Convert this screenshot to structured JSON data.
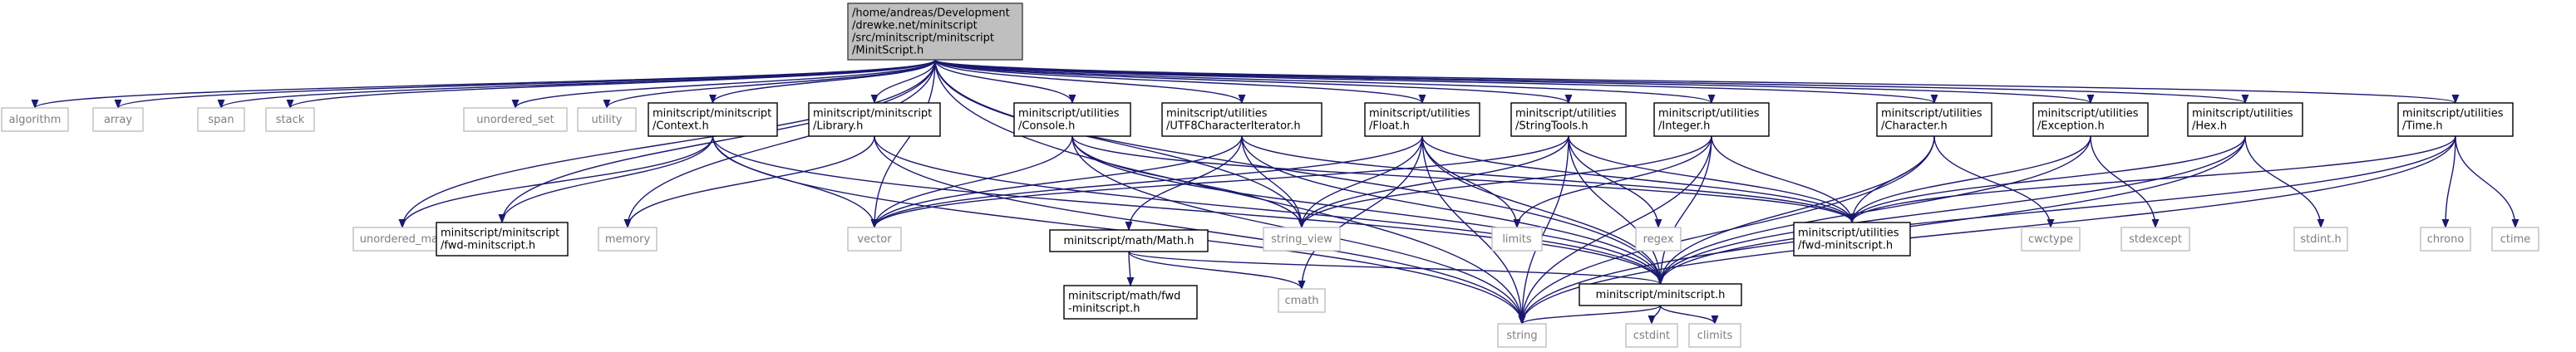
{
  "colors": {
    "root_fill": "#bfbfbf",
    "root_stroke": "#404040",
    "internal_fill": "#ffffff",
    "internal_stroke": "#000000",
    "system_fill": "#ffffff",
    "system_stroke": "#bfbfbf",
    "system_text": "#7f7f7f",
    "text": "#000000",
    "edge": "#191970"
  },
  "root": "MinitScript.h",
  "nodes": [
    {
      "id": "root",
      "kind": "root",
      "lines": [
        "/home/andreas/Development",
        "/drewke.net/minitscript",
        "/src/minitscript/minitscript",
        "/MinitScript.h"
      ]
    },
    {
      "id": "algorithm",
      "kind": "system",
      "lines": [
        "algorithm"
      ]
    },
    {
      "id": "array",
      "kind": "system",
      "lines": [
        "array"
      ]
    },
    {
      "id": "span",
      "kind": "system",
      "lines": [
        "span"
      ]
    },
    {
      "id": "stack",
      "kind": "system",
      "lines": [
        "stack"
      ]
    },
    {
      "id": "unordered_set",
      "kind": "system",
      "lines": [
        "unordered_set"
      ]
    },
    {
      "id": "utility",
      "kind": "system",
      "lines": [
        "utility"
      ]
    },
    {
      "id": "context",
      "kind": "internal",
      "lines": [
        "minitscript/minitscript",
        "/Context.h"
      ]
    },
    {
      "id": "library",
      "kind": "internal",
      "lines": [
        "minitscript/minitscript",
        "/Library.h"
      ]
    },
    {
      "id": "console",
      "kind": "internal",
      "lines": [
        "minitscript/utilities",
        "/Console.h"
      ]
    },
    {
      "id": "utf8",
      "kind": "internal",
      "lines": [
        "minitscript/utilities",
        "/UTF8CharacterIterator.h"
      ]
    },
    {
      "id": "float",
      "kind": "internal",
      "lines": [
        "minitscript/utilities",
        "/Float.h"
      ]
    },
    {
      "id": "stringtools",
      "kind": "internal",
      "lines": [
        "minitscript/utilities",
        "/StringTools.h"
      ]
    },
    {
      "id": "integer",
      "kind": "internal",
      "lines": [
        "minitscript/utilities",
        "/Integer.h"
      ]
    },
    {
      "id": "character",
      "kind": "internal",
      "lines": [
        "minitscript/utilities",
        "/Character.h"
      ]
    },
    {
      "id": "exception",
      "kind": "internal",
      "lines": [
        "minitscript/utilities",
        "/Exception.h"
      ]
    },
    {
      "id": "hex",
      "kind": "internal",
      "lines": [
        "minitscript/utilities",
        "/Hex.h"
      ]
    },
    {
      "id": "time",
      "kind": "internal",
      "lines": [
        "minitscript/utilities",
        "/Time.h"
      ]
    },
    {
      "id": "unordered_map",
      "kind": "system",
      "lines": [
        "unordered_map"
      ]
    },
    {
      "id": "fwd_ms",
      "kind": "internal",
      "lines": [
        "minitscript/minitscript",
        "/fwd-minitscript.h"
      ]
    },
    {
      "id": "memory",
      "kind": "system",
      "lines": [
        "memory"
      ]
    },
    {
      "id": "vector",
      "kind": "system",
      "lines": [
        "vector"
      ]
    },
    {
      "id": "string_view",
      "kind": "system",
      "lines": [
        "string_view"
      ]
    },
    {
      "id": "limits",
      "kind": "system",
      "lines": [
        "limits"
      ]
    },
    {
      "id": "regex",
      "kind": "system",
      "lines": [
        "regex"
      ]
    },
    {
      "id": "fwd_util",
      "kind": "internal",
      "lines": [
        "minitscript/utilities",
        "/fwd-minitscript.h"
      ]
    },
    {
      "id": "cwctype",
      "kind": "system",
      "lines": [
        "cwctype"
      ]
    },
    {
      "id": "stdexcept",
      "kind": "system",
      "lines": [
        "stdexcept"
      ]
    },
    {
      "id": "stdint",
      "kind": "system",
      "lines": [
        "stdint.h"
      ]
    },
    {
      "id": "chrono",
      "kind": "system",
      "lines": [
        "chrono"
      ]
    },
    {
      "id": "ctime",
      "kind": "system",
      "lines": [
        "ctime"
      ]
    },
    {
      "id": "math",
      "kind": "internal",
      "lines": [
        "minitscript/math/Math.h"
      ]
    },
    {
      "id": "minitscript_h",
      "kind": "internal",
      "lines": [
        "minitscript/minitscript.h"
      ]
    },
    {
      "id": "math_fwd",
      "kind": "internal",
      "lines": [
        "minitscript/math/fwd",
        "-minitscript.h"
      ]
    },
    {
      "id": "cmath",
      "kind": "system",
      "lines": [
        "cmath"
      ]
    },
    {
      "id": "string",
      "kind": "system",
      "lines": [
        "string"
      ]
    },
    {
      "id": "cstdint",
      "kind": "system",
      "lines": [
        "cstdint"
      ]
    },
    {
      "id": "climits",
      "kind": "system",
      "lines": [
        "climits"
      ]
    }
  ],
  "edges": [
    [
      "root",
      "algorithm"
    ],
    [
      "root",
      "array"
    ],
    [
      "root",
      "span"
    ],
    [
      "root",
      "stack"
    ],
    [
      "root",
      "unordered_set"
    ],
    [
      "root",
      "utility"
    ],
    [
      "root",
      "context"
    ],
    [
      "root",
      "library"
    ],
    [
      "root",
      "console"
    ],
    [
      "root",
      "utf8"
    ],
    [
      "root",
      "float"
    ],
    [
      "root",
      "stringtools"
    ],
    [
      "root",
      "integer"
    ],
    [
      "root",
      "character"
    ],
    [
      "root",
      "exception"
    ],
    [
      "root",
      "hex"
    ],
    [
      "root",
      "time"
    ],
    [
      "root",
      "unordered_map"
    ],
    [
      "root",
      "fwd_ms"
    ],
    [
      "root",
      "memory"
    ],
    [
      "root",
      "vector"
    ],
    [
      "root",
      "string_view"
    ],
    [
      "root",
      "string"
    ],
    [
      "root",
      "minitscript_h"
    ],
    [
      "context",
      "unordered_map"
    ],
    [
      "context",
      "fwd_ms"
    ],
    [
      "context",
      "vector"
    ],
    [
      "context",
      "minitscript_h"
    ],
    [
      "context",
      "string"
    ],
    [
      "library",
      "memory"
    ],
    [
      "library",
      "minitscript_h"
    ],
    [
      "library",
      "string"
    ],
    [
      "console",
      "vector"
    ],
    [
      "console",
      "string_view"
    ],
    [
      "console",
      "fwd_util"
    ],
    [
      "console",
      "minitscript_h"
    ],
    [
      "console",
      "string"
    ],
    [
      "utf8",
      "vector"
    ],
    [
      "utf8",
      "math"
    ],
    [
      "utf8",
      "string_view"
    ],
    [
      "utf8",
      "fwd_util"
    ],
    [
      "utf8",
      "minitscript_h"
    ],
    [
      "float",
      "vector"
    ],
    [
      "float",
      "string_view"
    ],
    [
      "float",
      "limits"
    ],
    [
      "float",
      "cmath"
    ],
    [
      "float",
      "fwd_util"
    ],
    [
      "float",
      "minitscript_h"
    ],
    [
      "float",
      "string"
    ],
    [
      "stringtools",
      "vector"
    ],
    [
      "stringtools",
      "string_view"
    ],
    [
      "stringtools",
      "regex"
    ],
    [
      "stringtools",
      "fwd_util"
    ],
    [
      "stringtools",
      "minitscript_h"
    ],
    [
      "stringtools",
      "string"
    ],
    [
      "integer",
      "string_view"
    ],
    [
      "integer",
      "limits"
    ],
    [
      "integer",
      "fwd_util"
    ],
    [
      "integer",
      "minitscript_h"
    ],
    [
      "integer",
      "string"
    ],
    [
      "character",
      "fwd_util"
    ],
    [
      "character",
      "cwctype"
    ],
    [
      "character",
      "minitscript_h"
    ],
    [
      "character",
      "string"
    ],
    [
      "exception",
      "fwd_util"
    ],
    [
      "exception",
      "stdexcept"
    ],
    [
      "exception",
      "minitscript_h"
    ],
    [
      "hex",
      "fwd_util"
    ],
    [
      "hex",
      "stdint"
    ],
    [
      "hex",
      "minitscript_h"
    ],
    [
      "hex",
      "string"
    ],
    [
      "time",
      "fwd_util"
    ],
    [
      "time",
      "chrono"
    ],
    [
      "time",
      "ctime"
    ],
    [
      "time",
      "minitscript_h"
    ],
    [
      "time",
      "string"
    ],
    [
      "math",
      "math_fwd"
    ],
    [
      "math",
      "cmath"
    ],
    [
      "math",
      "minitscript_h"
    ],
    [
      "minitscript_h",
      "string"
    ],
    [
      "minitscript_h",
      "cstdint"
    ],
    [
      "minitscript_h",
      "climits"
    ]
  ]
}
